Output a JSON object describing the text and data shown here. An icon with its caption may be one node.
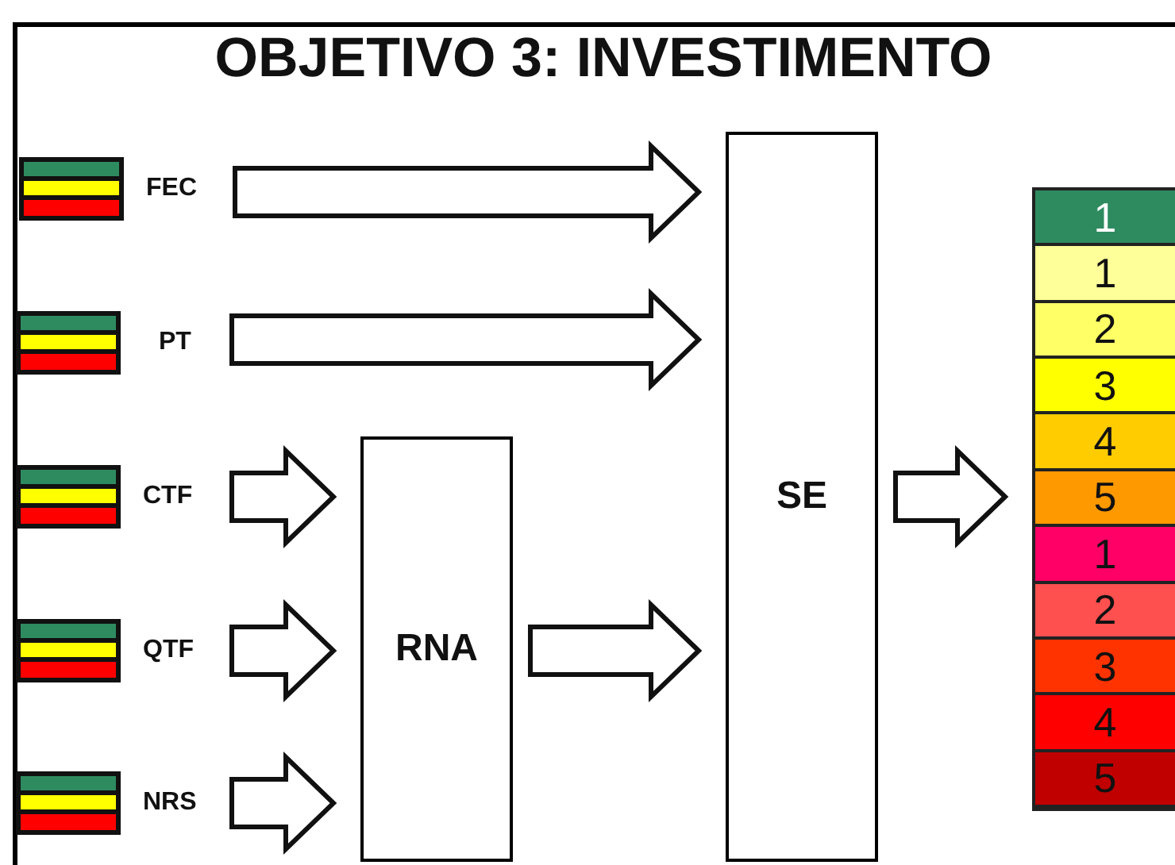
{
  "diagram": {
    "title": "OBJETIVO 3: INVESTIMENTO",
    "nodes": [
      {
        "text": [
          "FEC"
        ]
      },
      {
        "text": [
          "PT"
        ]
      },
      {
        "text": [
          "CTF"
        ]
      },
      {
        "text": [
          "QTF"
        ]
      },
      {
        "text": [
          "NRS"
        ]
      },
      {
        "text": [
          "RNA"
        ]
      },
      {
        "text": [
          "SE"
        ]
      },
      {
        "text": [],
        "shape": "bar"
      },
      {
        "text": [
          "1"
        ],
        "in": 7
      },
      {
        "text": [
          "1"
        ],
        "in": 7
      },
      {
        "text": [
          "2"
        ],
        "in": 7
      },
      {
        "text": [
          "3"
        ],
        "in": 7
      },
      {
        "text": [
          "4"
        ],
        "in": 7
      },
      {
        "text": [
          "5"
        ],
        "in": 7
      },
      {
        "text": [
          "1"
        ],
        "in": 7
      },
      {
        "text": [
          "2"
        ],
        "in": 7
      },
      {
        "text": [
          "3"
        ],
        "in": 7
      },
      {
        "text": [
          "4"
        ],
        "in": 7
      },
      {
        "text": [
          "5"
        ],
        "in": 7
      }
    ],
    "edges": [
      {
        "from": 0,
        "to": 6,
        "arrow": "to"
      },
      {
        "from": 1,
        "to": 6,
        "arrow": "to"
      },
      {
        "from": 2,
        "to": 5,
        "arrow": "to"
      },
      {
        "from": 3,
        "to": 5,
        "arrow": "to"
      },
      {
        "from": 4,
        "to": 5,
        "arrow": "to"
      },
      {
        "from": 5,
        "to": 6,
        "arrow": "to"
      },
      {
        "from": 6,
        "to": 7,
        "arrow": "to"
      }
    ]
  }
}
